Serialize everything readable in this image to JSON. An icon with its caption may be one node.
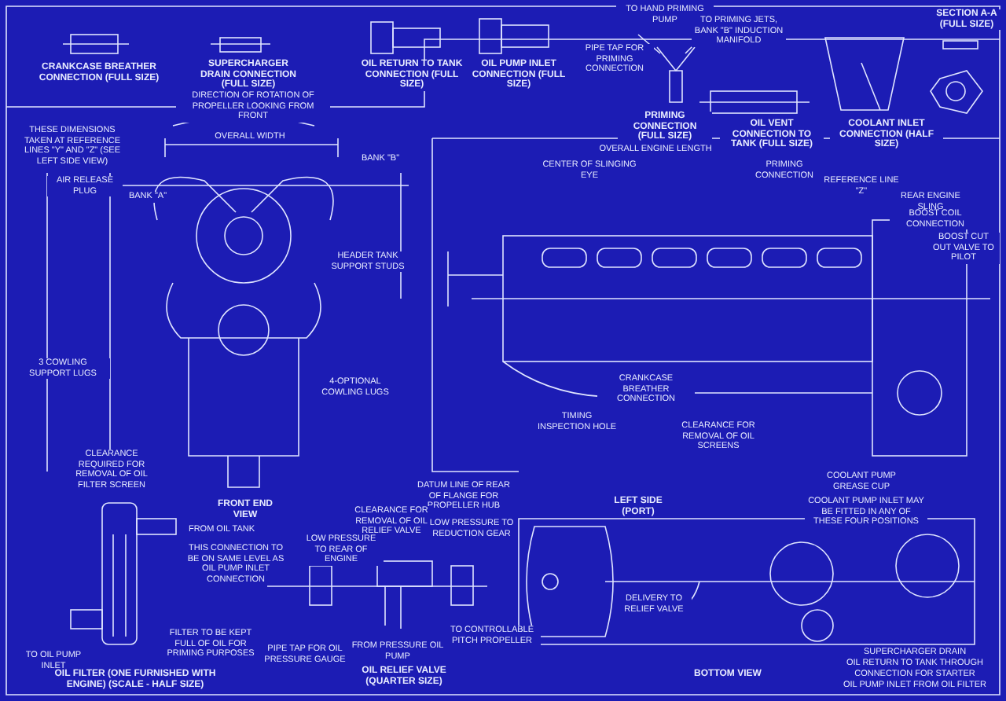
{
  "diagram": {
    "labels": [
      "CRANKCASE BREATHER CONNECTION (FULL SIZE)",
      "SUPERCHARGER DRAIN CONNECTION (FULL SIZE)",
      "OIL RETURN TO TANK CONNECTION (FULL SIZE)",
      "OIL PUMP INLET CONNECTION (FULL SIZE)",
      "TO HAND PRIMING PUMP",
      "TO PRIMING JETS, BANK \"B\" INDUCTION MANIFOLD",
      "PIPE TAP FOR PRIMING CONNECTION",
      "PRIMING CONNECTION (FULL SIZE)",
      "OIL VENT CONNECTION TO TANK (FULL SIZE)",
      "COOLANT INLET CONNECTION (HALF SIZE)",
      "SECTION A-A (FULL SIZE)",
      "DIRECTION OF ROTATION OF PROPELLER LOOKING FROM FRONT",
      "THESE DIMENSIONS TAKEN AT REFERENCE LINES \"Y\" AND \"Z\" (SEE LEFT SIDE VIEW)",
      "OVERALL WIDTH",
      "AIR RELEASE PLUG",
      "BANK \"A\"",
      "BANK \"B\"",
      "HEADER TANK SUPPORT STUDS",
      "3 COWLING SUPPORT LUGS",
      "4-OPTIONAL COWLING LUGS",
      "CLEARANCE REQUIRED FOR REMOVAL OF OIL FILTER SCREEN",
      "FRONT END VIEW",
      "OVERALL ENGINE LENGTH",
      "CENTER OF SLINGING EYE",
      "PRIMING CONNECTION",
      "REFERENCE LINE \"Z\"",
      "REAR ENGINE SLING",
      "BOOST COIL CONNECTION",
      "BOOST CUT OUT VALVE TO PILOT",
      "CRANKCASE BREATHER CONNECTION",
      "TIMING INSPECTION HOLE",
      "CLEARANCE FOR REMOVAL OF OIL SCREENS",
      "COOLANT PUMP GREASE CUP",
      "DATUM LINE OF REAR OF FLANGE FOR PROPELLER HUB",
      "LEFT SIDE (PORT)",
      "DELIVERY TO RELIEF VALVE",
      "COOLANT PUMP INLET MAY BE FITTED IN ANY OF THESE FOUR POSITIONS",
      "SUPERCHARGER DRAIN CONNECTION",
      "OIL RETURN TO TANK THROUGH COOLER",
      "CONNECTION FOR STARTER CABLE",
      "OIL PUMP INLET FROM OIL FILTER",
      "BOTTOM VIEW",
      "FROM OIL TANK",
      "THIS CONNECTION TO BE ON SAME LEVEL AS OIL PUMP INLET CONNECTION",
      "TO OIL PUMP INLET",
      "FILTER TO BE KEPT FULL OF OIL FOR PRIMING PURPOSES",
      "OIL FILTER (ONE FURNISHED WITH ENGINE) (SCALE - HALF SIZE)",
      "CLEARANCE FOR REMOVAL OF OIL RELIEF VALVE",
      "LOW PRESSURE TO REAR OF ENGINE",
      "LOW PRESSURE TO REDUCTION GEAR",
      "PIPE TAP FOR OIL PRESSURE GAUGE",
      "FROM PRESSURE OIL PUMP",
      "TO CONTROLLABLE PITCH PROPELLER",
      "OIL RELIEF VALVE (QUARTER SIZE)"
    ]
  }
}
